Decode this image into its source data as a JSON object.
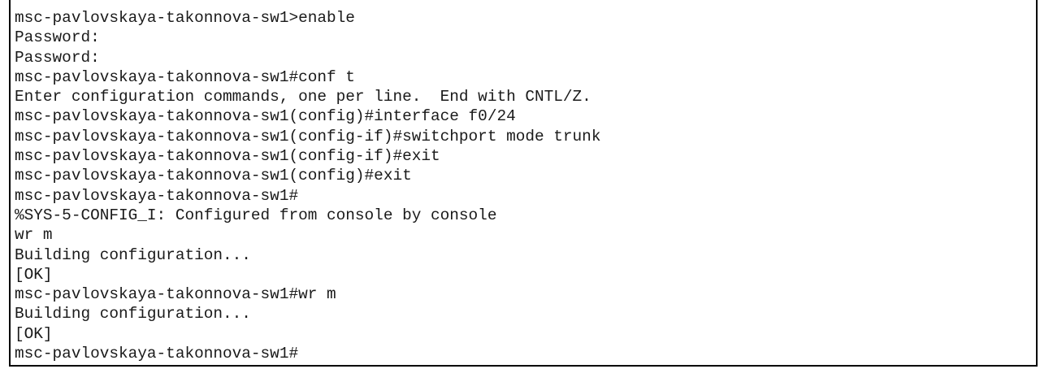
{
  "terminal": {
    "lines": [
      "msc-pavlovskaya-takonnova-sw1>enable",
      "Password:",
      "Password:",
      "msc-pavlovskaya-takonnova-sw1#conf t",
      "Enter configuration commands, one per line.  End with CNTL/Z.",
      "msc-pavlovskaya-takonnova-sw1(config)#interface f0/24",
      "msc-pavlovskaya-takonnova-sw1(config-if)#switchport mode trunk",
      "msc-pavlovskaya-takonnova-sw1(config-if)#exit",
      "msc-pavlovskaya-takonnova-sw1(config)#exit",
      "msc-pavlovskaya-takonnova-sw1#",
      "%SYS-5-CONFIG_I: Configured from console by console",
      "wr m",
      "Building configuration...",
      "[OK]",
      "msc-pavlovskaya-takonnova-sw1#wr m",
      "Building configuration...",
      "[OK]",
      "msc-pavlovskaya-takonnova-sw1#"
    ]
  }
}
